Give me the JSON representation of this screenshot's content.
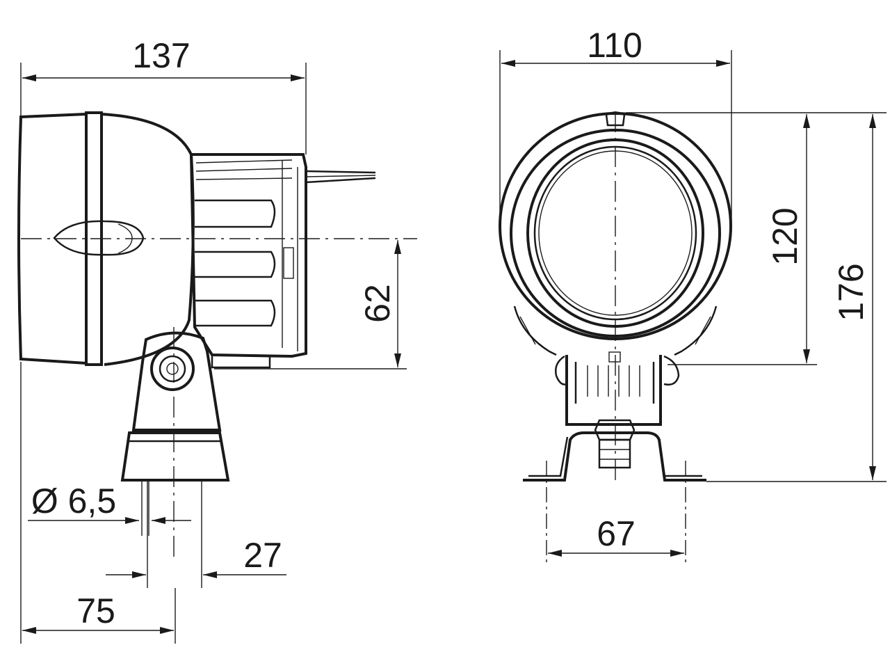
{
  "dimensions": {
    "side_total_length": "137",
    "side_axis_height": "62",
    "bolt_diameter": "Ø 6,5",
    "base_width": "27",
    "mount_offset": "75",
    "front_width": "110",
    "front_lens_height": "120",
    "front_total_height": "176",
    "bracket_width": "67"
  },
  "icons": {
    "lamp_side_view": "work-lamp-side-view",
    "lamp_front_view": "work-lamp-front-view"
  }
}
